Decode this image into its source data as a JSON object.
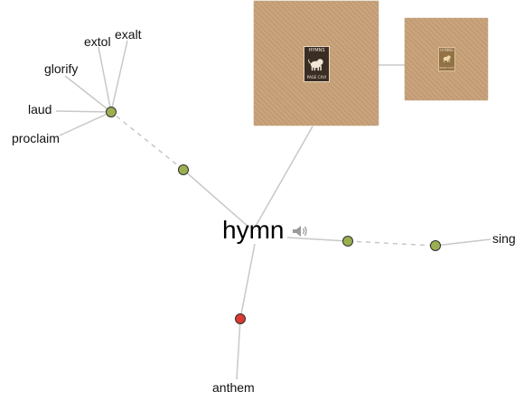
{
  "center": {
    "word": "hymn",
    "speaker_icon": "speaker-icon"
  },
  "images": {
    "large": {
      "plate_title": "HYMNS",
      "plate_sub": "PAGE CXVI"
    },
    "small": {
      "plate_title": "HYMNS",
      "plate_sub": "PAGE CXVI"
    }
  },
  "words": {
    "extol": "extol",
    "exalt": "exalt",
    "glorify": "glorify",
    "laud": "laud",
    "proclaim": "proclaim",
    "sing": "sing",
    "anthem": "anthem"
  },
  "colors": {
    "verb_node": "#9ab050",
    "noun_node": "#d93a32",
    "edge": "#c8c8c8",
    "image_bg": "#c7a077"
  }
}
